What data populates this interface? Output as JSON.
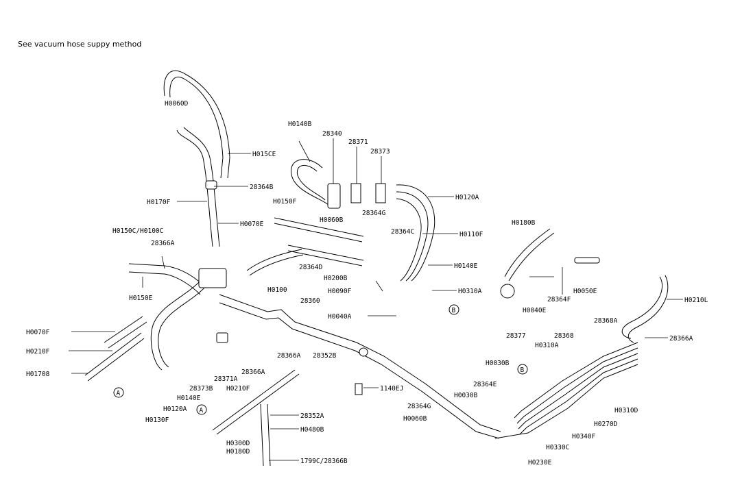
{
  "note": "See vacuum hose suppy method",
  "labels": {
    "H0060D": "H0060D",
    "H015CE": "H015CE",
    "28364B": "28364B",
    "H0170F": "H0170F",
    "H0070E": "H0070E",
    "H0150C_H0100C": "H0150C/H0100C",
    "28366A_left": "28366A",
    "H0150E": "H0150E",
    "H0140B": "H0140B",
    "28340": "28340",
    "28371": "28371",
    "28373": "28373",
    "H0120A": "H0120A",
    "H0150F": "H0150F",
    "H0060B_top": "H0060B",
    "28364G_top": "28364G",
    "28364C": "28364C",
    "H0110F": "H0110F",
    "28364D": "28364D",
    "H0200B": "H0200B",
    "H0140E_mid": "H0140E",
    "H0100": "H0100",
    "H0090F": "H0090F",
    "H0310A": "H0310A",
    "28360": "28360",
    "H0040A": "H0040A",
    "H0180B": "H0180B",
    "28364F": "28364F",
    "H0050E": "H0050E",
    "H0040E": "H0040E",
    "H0210L": "H0210L",
    "28377": "28377",
    "28368A": "28368A",
    "28366A_right": "28366A",
    "28368": "28368",
    "H0310A_lower": "H0310A",
    "H0070F": "H0070F",
    "H0210F_left": "H0210F",
    "H01708": "H01708",
    "28373B": "28373B",
    "28371A": "28371A",
    "H0140E_low": "H0140E",
    "H0120A_low": "H0120A",
    "H0130F": "H0130F",
    "28366A_mid": "28366A",
    "28352B": "28352B",
    "28366A_low": "28366A",
    "H0210F_mid": "H0210F",
    "1140EJ": "1140EJ",
    "28352A": "28352A",
    "H0480B": "H0480B",
    "H0300D": "H0300D",
    "H0180D": "H0180D",
    "1799C_28366B": "1799C/28366B",
    "H0030B_right": "H0030B",
    "H0030B_mid": "H0030B",
    "28364E": "28364E",
    "28364G_low": "28364G",
    "H0060B_low": "H0060B",
    "H0310D": "H0310D",
    "H0270D": "H0270D",
    "H0340F": "H0340F",
    "H0330C": "H0330C",
    "H0230E": "H0230E"
  },
  "markers": {
    "A1": "A",
    "A2": "A",
    "B1": "B",
    "B2": "B"
  }
}
